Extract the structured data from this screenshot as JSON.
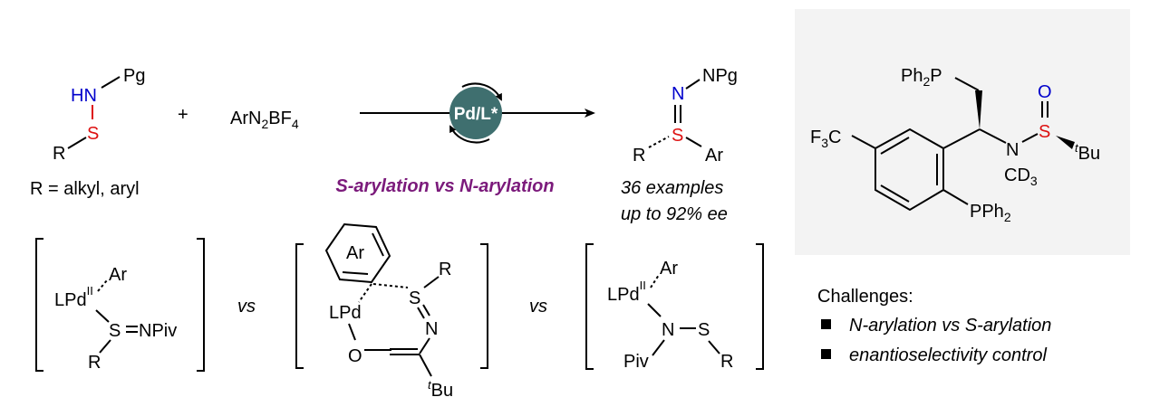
{
  "colors": {
    "nitrogen": "#0000cc",
    "sulfur": "#dd1111",
    "oxygen": "#0000cc",
    "selectivity": "#7b1a7b",
    "catalyst": "#3f6f6f",
    "ligand_panel": "#f3f3f3"
  },
  "reactant": {
    "pg": "Pg",
    "hn": "HN",
    "s": "S",
    "r": "R",
    "r_definition": "R = alkyl, aryl"
  },
  "plus": "+",
  "reagent": {
    "a": "ArN",
    "a_sub": "2",
    "b": "BF",
    "b_sub": "4"
  },
  "catalyst": "Pd/L*",
  "selectivity_label": "S-arylation vs N-arylation",
  "product": {
    "n": "N",
    "npg": "NPg",
    "s": "S",
    "r": "R",
    "ar": "Ar",
    "examples": "36 examples",
    "ee": "up to 92% ee"
  },
  "intermediates": [
    {
      "lpd": "LPd",
      "ox": "II",
      "ar": "Ar",
      "s": "S",
      "npiv": "NPiv",
      "r": "R"
    },
    {
      "ar": "Ar",
      "lpd": "LPd",
      "s": "S",
      "r": "R",
      "n": "N",
      "o": "O",
      "t": "t",
      "bu": "Bu"
    },
    {
      "lpd": "LPd",
      "ox": "II",
      "ar": "Ar",
      "n": "N",
      "s": "S",
      "piv": "Piv",
      "r": "R"
    }
  ],
  "vs": "vs",
  "ligand": {
    "ph2p_a": "Ph",
    "ph2p_sub": "2",
    "ph2p_b": "P",
    "f3c_a": "F",
    "f3c_sub": "3",
    "f3c_b": "C",
    "n": "N",
    "s": "S",
    "o": "O",
    "tbu_t": "t",
    "tbu_bu": "Bu",
    "cd3_a": "CD",
    "cd3_sub": "3",
    "pph2_a": "PPh",
    "pph2_sub": "2"
  },
  "challenges": {
    "title": "Challenges:",
    "items": [
      "N-arylation vs S-arylation",
      "enantioselectivity control"
    ]
  }
}
